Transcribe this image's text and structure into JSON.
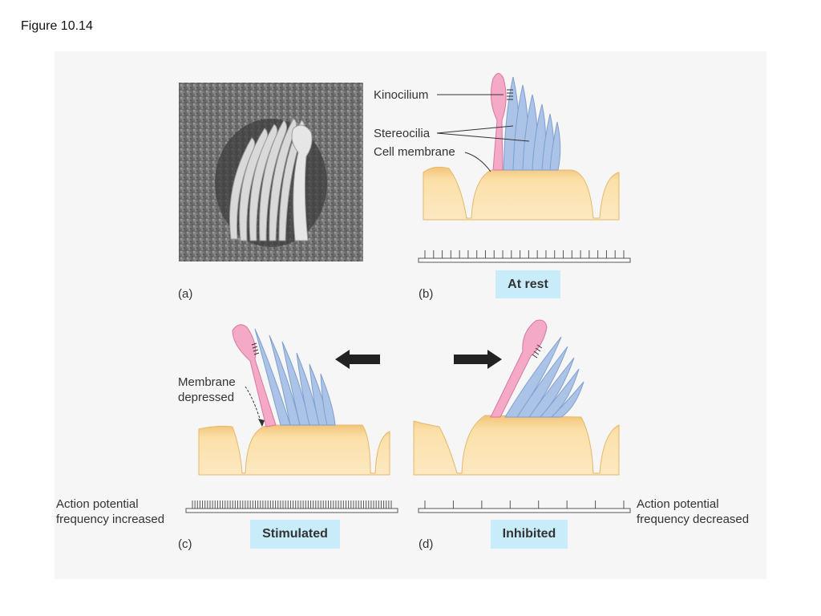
{
  "figure": {
    "title": "Figure 10.14"
  },
  "labels": {
    "kinocilium": "Kinocilium",
    "stereocilia": "Stereocilia",
    "cell_membrane": "Cell membrane",
    "membrane_depressed_1": "Membrane",
    "membrane_depressed_2": "depressed",
    "ap_increased_1": "Action potential",
    "ap_increased_2": "frequency increased",
    "ap_decreased_1": "Action potential",
    "ap_decreased_2": "frequency decreased"
  },
  "panels": {
    "a": "(a)",
    "b": "(b)",
    "c": "(c)",
    "d": "(d)"
  },
  "states": {
    "rest": "At rest",
    "stimulated": "Stimulated",
    "inhibited": "Inhibited"
  },
  "spike_counts": {
    "rest": 24,
    "stimulated": 80,
    "inhibited": 8
  },
  "colors": {
    "kinocilium": "#f4a9c6",
    "stereocilia": "#aac3e6",
    "cell": "#fbdfa6",
    "state_box": "#c9ecfa",
    "arrow": "#222222"
  }
}
